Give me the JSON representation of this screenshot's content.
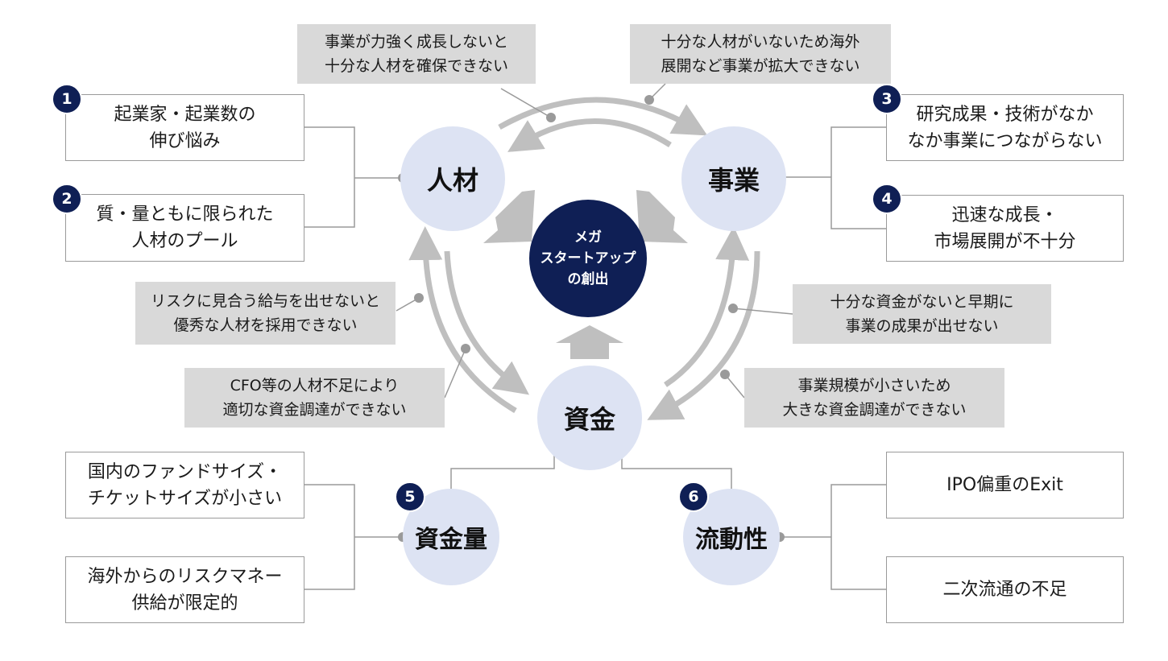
{
  "center": {
    "label": "メガ\nスタートアップ\nの創出"
  },
  "nodes": {
    "jinzai": "人材",
    "jigyo": "事業",
    "shikin": "資金",
    "shikinryo": "資金量",
    "ryudosei": "流動性"
  },
  "issues": [
    {
      "number": "1",
      "text": "起業家・起業数の\n伸び悩み"
    },
    {
      "number": "2",
      "text": "質・量ともに限られた\n人材のプール"
    },
    {
      "number": "3",
      "text": "研究成果・技術がなか\nなか事業につながらない"
    },
    {
      "number": "4",
      "text": "迅速な成長・\n市場展開が不十分"
    },
    {
      "number": "5",
      "text": "国内のファンドサイズ・\nチケットサイズが小さい"
    },
    {
      "number": "5",
      "text": "海外からのリスクマネー\n供給が限定的"
    },
    {
      "number": "6",
      "text": "IPO偏重のExit"
    },
    {
      "number": "6",
      "text": "二次流通の不足"
    }
  ],
  "notes": {
    "jigyo_to_jinzai": "事業が力強く成長しないと\n十分な人材を確保できない",
    "jinzai_to_jigyo": "十分な人材がいないため海外\n展開など事業が拡大できない",
    "shikin_to_jinzai": "リスクに見合う給与を出せないと\n優秀な人材を採用できない",
    "jinzai_to_shikin": "CFO等の人材不足により\n適切な資金調達ができない",
    "shikin_to_jigyo": "十分な資金がないと早期に\n事業の成果が出せない",
    "jigyo_to_shikin": "事業規模が小さいため\n大きな資金調達ができない"
  },
  "colors": {
    "navy": "#0f1f55",
    "node_fill": "#dde3f3",
    "note_fill": "#d9d9d9",
    "arrow_gray": "#bfbfbf",
    "line_gray": "#9a9a9a"
  }
}
